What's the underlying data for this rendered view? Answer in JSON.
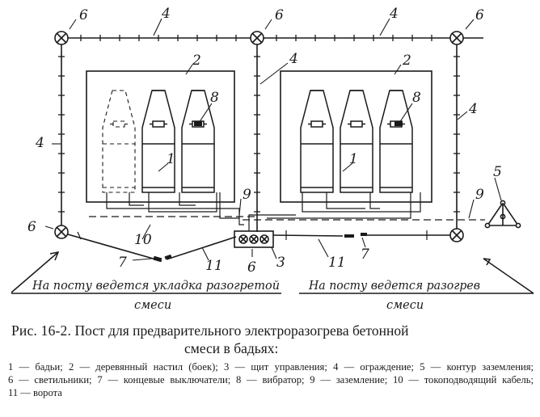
{
  "caption": {
    "figure_number": "Рис. 16-2.",
    "title_line1": "Пост для предварительного электроразогрева бетонной",
    "title_line2": "смеси в бадьях:",
    "legend": [
      "1 — бадьи;",
      "2 — деревянный настил (боек);",
      "3 — щит управления;",
      "4 — ограждение;",
      "5 — контур заземления;",
      "6 — светильники;",
      "7 — концевые выключатели;",
      "8 — вибратор;",
      "9 — заземление;",
      "10 — токоподводящий кабель;",
      "11 — ворота"
    ]
  },
  "zones": {
    "left_line1": "На посту ведется укладка разогретой",
    "left_line2": "смеси",
    "right_line1": "На посту ведется разогрев",
    "right_line2": "смеси"
  },
  "labels": {
    "n1": "1",
    "n2": "2",
    "n3": "3",
    "n4": "4",
    "n5": "5",
    "n6": "6",
    "n7": "7",
    "n8": "8",
    "n9": "9",
    "n10": "10",
    "n11": "11"
  }
}
